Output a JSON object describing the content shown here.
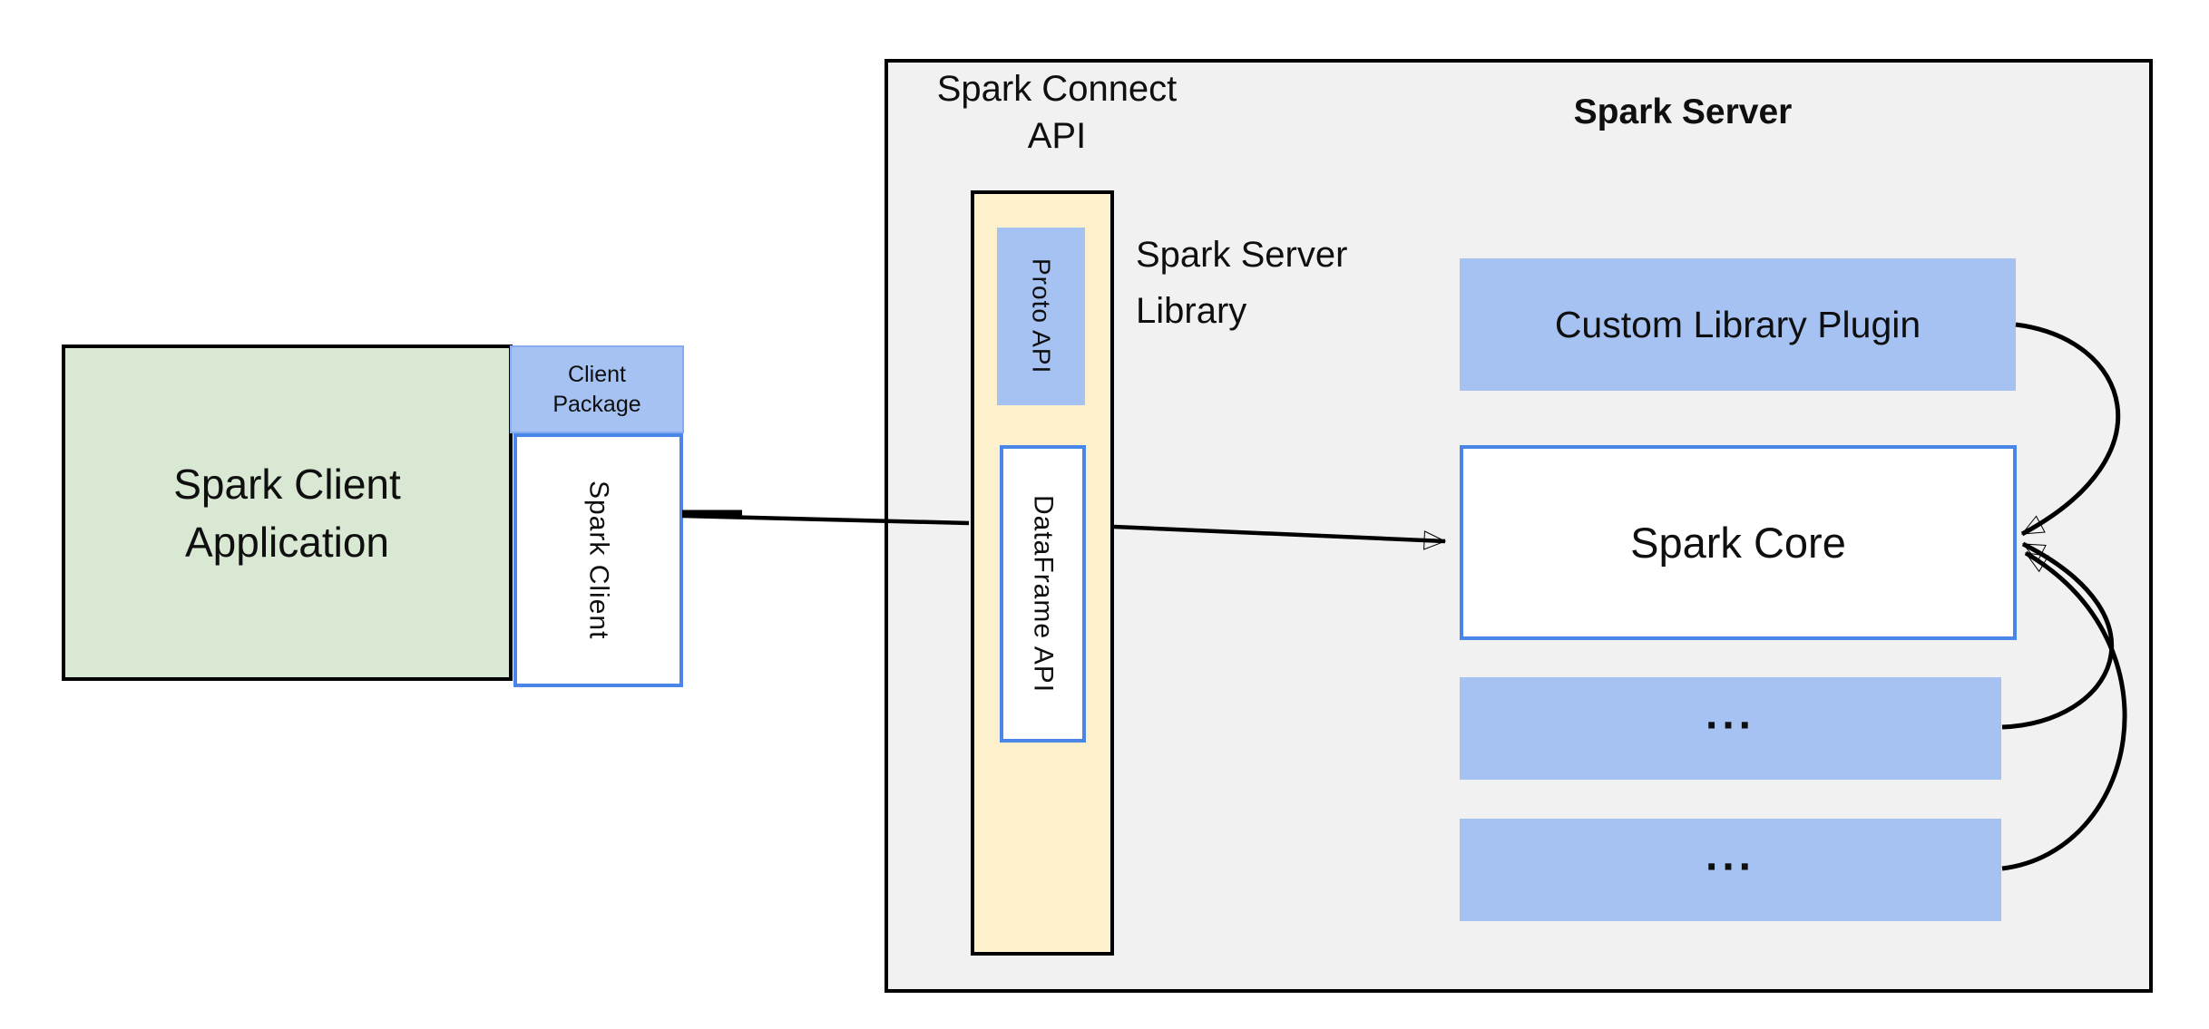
{
  "diagram": {
    "client": {
      "app_label": "Spark Client\nApplication",
      "package_label": "Client\nPackage",
      "spark_client_label": "Spark Client"
    },
    "connect": {
      "api_label": "Spark Connect\nAPI",
      "proto_api_label": "Proto API",
      "dataframe_api_label": "DataFrame API",
      "library_label": "Spark Server\nLibrary"
    },
    "server": {
      "title": "Spark Server",
      "custom_plugin_label": "Custom Library Plugin",
      "spark_core_label": "Spark Core",
      "more_box_1_label": "...",
      "more_box_2_label": "..."
    },
    "colors": {
      "blue_fill": "#a5c2f3",
      "blue_border": "#4a86e8",
      "green_fill": "#d9e8d2",
      "yellow_fill": "#fdf0cd",
      "gray_fill": "#f1f1f2",
      "ink": "#0f0f0f"
    }
  }
}
